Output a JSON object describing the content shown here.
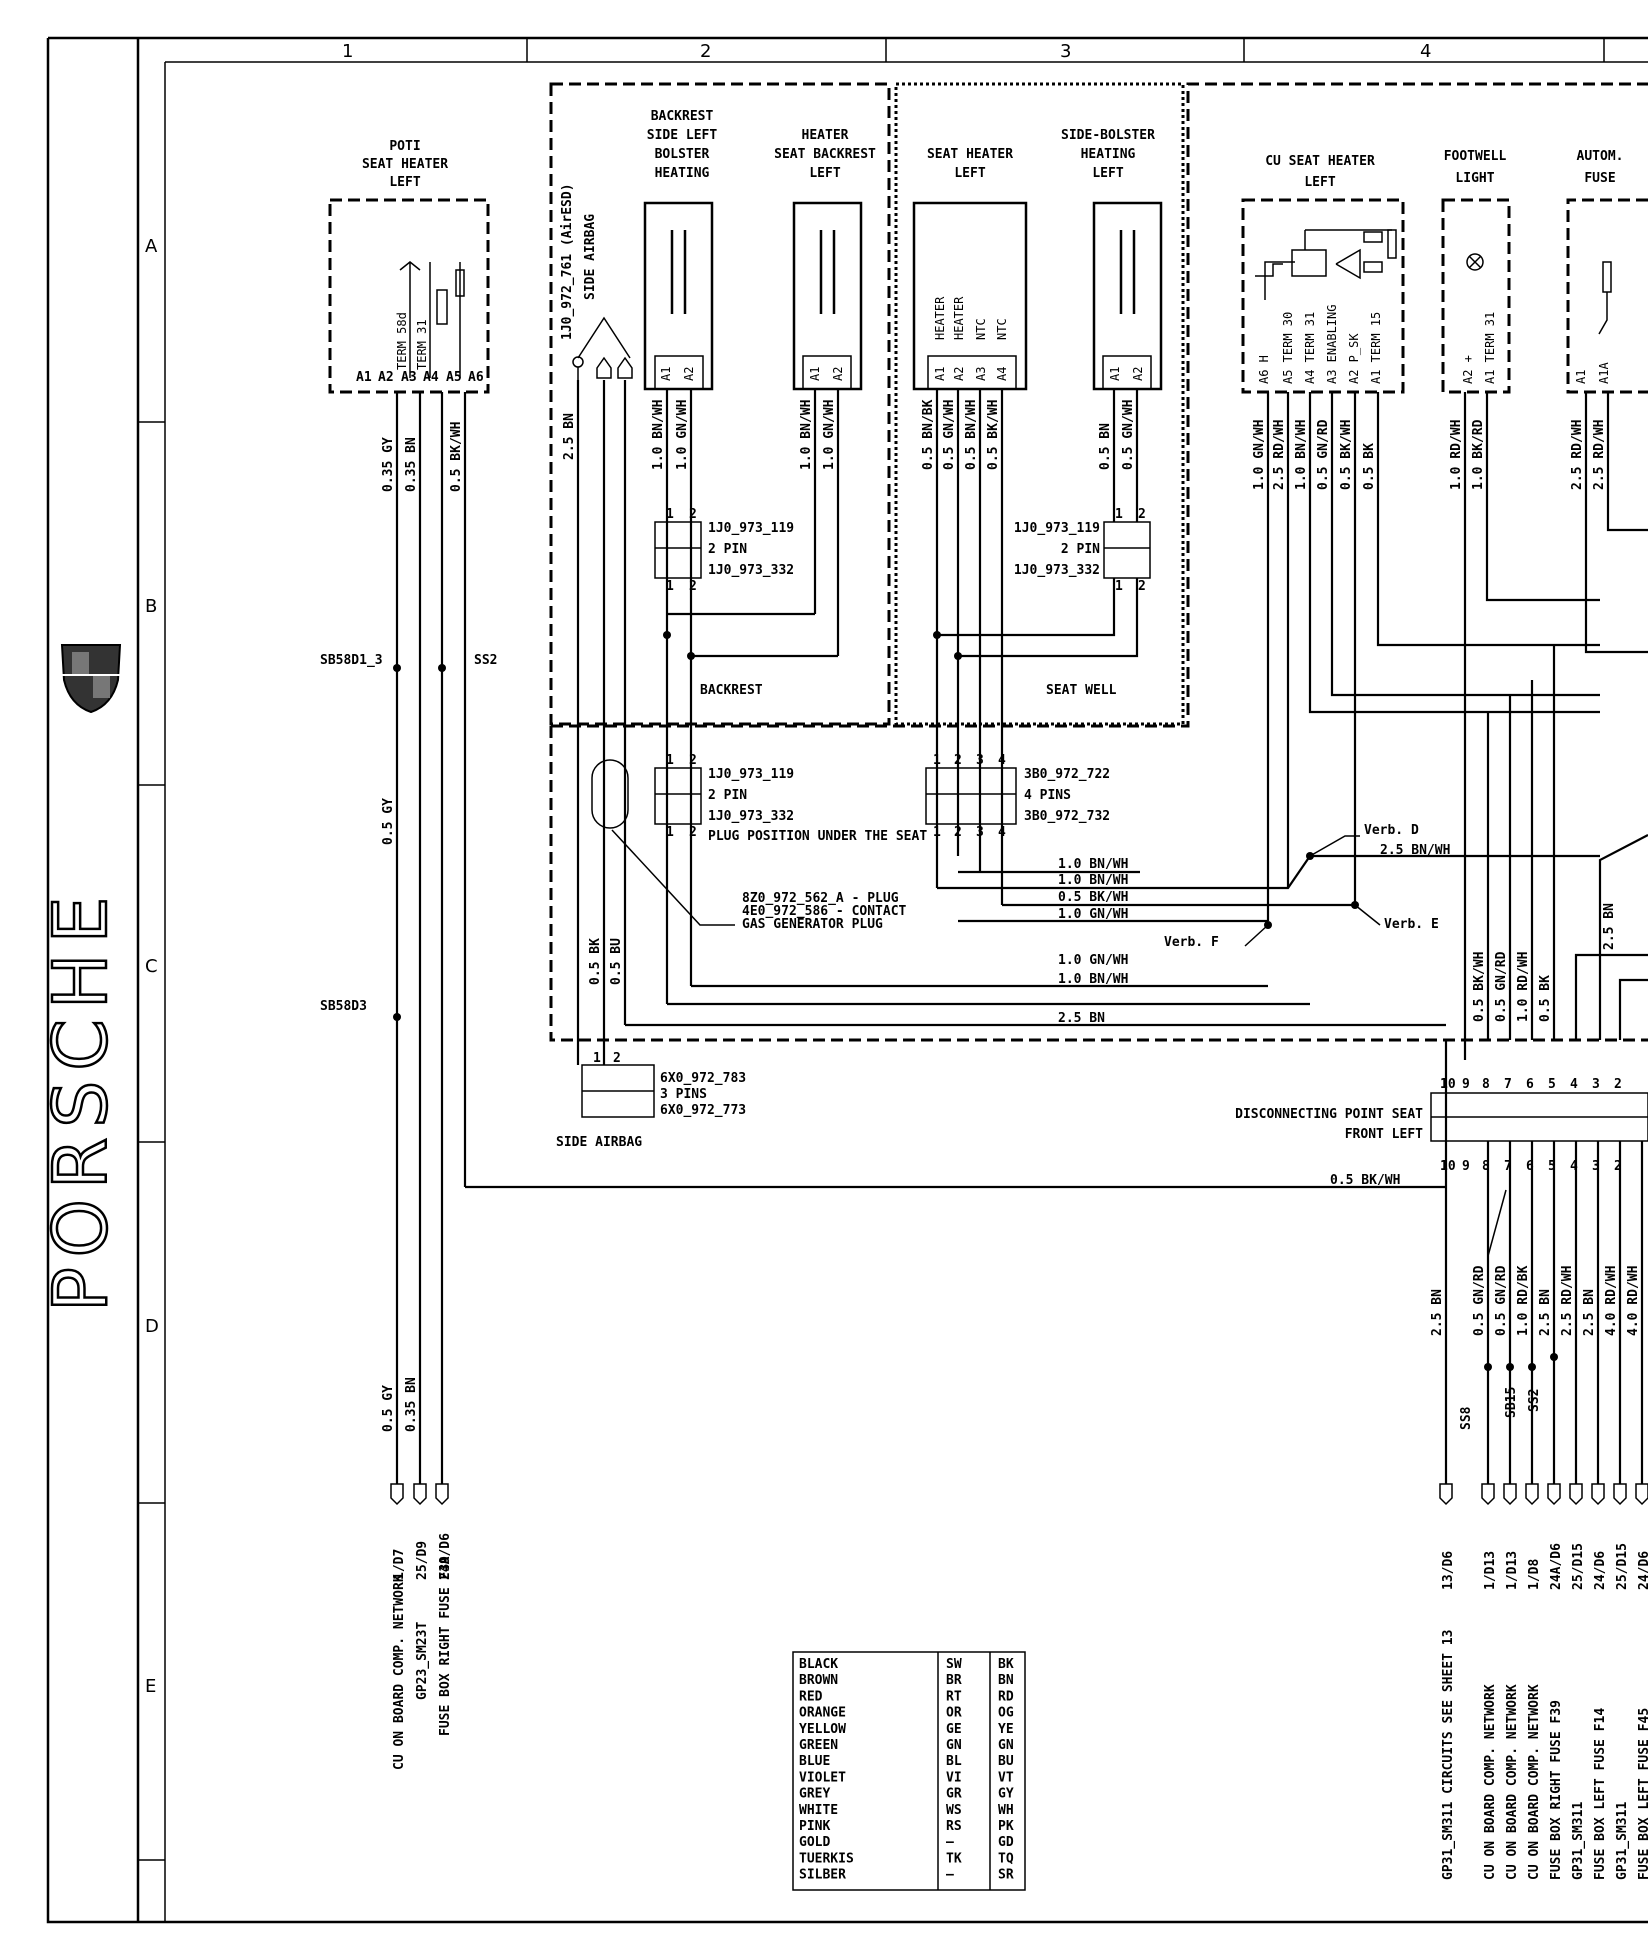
{
  "columns": [
    "1",
    "2",
    "3",
    "4"
  ],
  "rows": [
    "A",
    "B",
    "C",
    "D",
    "E"
  ],
  "brand": "PORSCHE",
  "components": {
    "poti": [
      "POTI",
      "SEAT HEATER",
      "LEFT"
    ],
    "poti_pins": [
      "A1",
      "A2",
      "A3",
      "A4",
      "A5",
      "A6"
    ],
    "poti_terms": [
      "TERM 58d",
      "TERM 31"
    ],
    "backrest_bolster": [
      "BACKREST",
      "SIDE LEFT",
      "BOLSTER",
      "HEATING"
    ],
    "heater_backrest": [
      "HEATER",
      "SEAT BACKREST",
      "LEFT"
    ],
    "seat_heater": [
      "SEAT HEATER",
      "LEFT"
    ],
    "side_bolster": [
      "SIDE-BOLSTER",
      "HEATING",
      "LEFT"
    ],
    "cu_seat_heater": [
      "CU SEAT HEATER",
      "LEFT"
    ],
    "footwell": [
      "FOOTWELL",
      "LIGHT"
    ],
    "autom_fuse": [
      "AUTOM.",
      "FUSE"
    ],
    "airbag_part": "1J0_972_761 (AirESD)",
    "airbag_label": "SIDE AIRBAG",
    "seat_heater_pins": [
      "HEATER",
      "HEATER",
      "NTC",
      "NTC"
    ],
    "seat_heater_pin_ids": [
      "A1",
      "A2",
      "A3",
      "A4"
    ],
    "cu_pins": [
      "A6 H",
      "A5 TERM 30",
      "A4 TERM 31",
      "A3 ENABLING",
      "A2 P_SK",
      "A1 TERM 15"
    ],
    "footwell_pins": [
      "A2 +",
      "A1 TERM 31"
    ],
    "autom_pins": [
      "A1",
      "A1A"
    ],
    "backrest_area": "BACKREST",
    "seatwell_area": "SEAT WELL"
  },
  "connectors": {
    "c1": [
      "1J0_973_119",
      "2 PIN",
      "1J0_973_332"
    ],
    "c2": [
      "1J0_973_119",
      "2 PIN",
      "1J0_973_332"
    ],
    "c3": [
      "1J0_973_119",
      "2 PIN",
      "1J0_973_332",
      "PLUG POSITION UNDER THE SEAT"
    ],
    "c4": [
      "3B0_972_722",
      "4 PINS",
      "3B0_972_732"
    ],
    "gas": [
      "8Z0_972_562_A - PLUG",
      "4E0_972_586 - CONTACT",
      "GAS GENERATOR PLUG"
    ],
    "airbag_conn": [
      "6X0_972_783",
      "3 PINS",
      "6X0_972_773",
      "SIDE AIRBAG"
    ],
    "disconnect": [
      "DISCONNECTING POINT SEAT",
      "FRONT LEFT"
    ],
    "disconnect_pins": [
      "10",
      "9",
      "8",
      "7",
      "6",
      "5",
      "4",
      "3",
      "2"
    ]
  },
  "wires": {
    "poti": [
      "0.35 GY",
      "0.35 BN",
      "0.5 BK/WH"
    ],
    "poti_lower": [
      "0.5 GY",
      "0.5 GY",
      "0.35 BN"
    ],
    "airbag_bn": "2.5 BN",
    "airbag_lower": [
      "0.5 BK",
      "0.5 BU"
    ],
    "backrest": [
      "1.0 BN/WH",
      "1.0 GN/WH"
    ],
    "heater_backrest": [
      "1.0 BN/WH",
      "1.0 GN/WH"
    ],
    "seat_heater": [
      "0.5 BN/BK",
      "0.5 GN/WH",
      "0.5 BN/WH",
      "0.5 BK/WH"
    ],
    "side_bolster": [
      "0.5 BN",
      "0.5 GN/WH"
    ],
    "cu": [
      "1.0 GN/WH",
      "2.5 RD/WH",
      "1.0 BN/WH",
      "0.5 GN/RD",
      "0.5 BK/WH",
      "0.5 BK"
    ],
    "footwell": [
      "1.0 RD/WH",
      "1.0 BK/RD"
    ],
    "autom": [
      "2.5 RD/WH",
      "2.5 RD/WH"
    ],
    "horizontal": [
      "1.0 BN/WH",
      "1.0 BN/WH",
      "0.5 BK/WH",
      "1.0 GN/WH",
      "1.0 GN/WH",
      "1.0 BN/WH",
      "2.5 BN",
      "0.5 BK/WH",
      "2.5 BN/WH"
    ],
    "verbs": [
      "Verb. D",
      "Verb. E",
      "Verb. F"
    ],
    "mid_right": [
      "0.5 BK/WH",
      "0.5 GN/RD",
      "1.0 RD/WH",
      "0.5 BK",
      "2.5 BN"
    ],
    "lower_right": [
      "2.5 BN",
      "0.5 GN/RD",
      "0.5 GN/RD",
      "1.0 RD/BK",
      "2.5 BN",
      "2.5 RD/WH",
      "2.5 BN",
      "4.0 RD/WH",
      "4.0 RD/WH"
    ],
    "splices": [
      "SB58D1_3",
      "SS2",
      "SB58D3",
      "SS8",
      "SB15",
      "SS2"
    ]
  },
  "refs": {
    "left": [
      {
        "text": "CU ON BOARD COMP. NETWORK",
        "ref": "1/D7"
      },
      {
        "text": "GP23_SM23T",
        "ref": "25/D9"
      },
      {
        "text": "FUSE BOX RIGHT FUSE F39",
        "ref": "24A/D6"
      }
    ],
    "right": [
      {
        "text": "GP31_SM311 CIRCUITS SEE SHEET 13",
        "ref": "13/D6"
      },
      {
        "text": "CU ON BOARD COMP. NETWORK",
        "ref": "1/D13"
      },
      {
        "text": "CU ON BOARD COMP. NETWORK",
        "ref": "1/D13"
      },
      {
        "text": "CU ON BOARD COMP. NETWORK",
        "ref": "1/D8"
      },
      {
        "text": "FUSE BOX RIGHT FUSE F39",
        "ref": "24A/D6"
      },
      {
        "text": "GP31_SM311",
        "ref": "25/D15"
      },
      {
        "text": "FUSE BOX LEFT FUSE F14",
        "ref": "24/D6"
      },
      {
        "text": "GP31_SM311",
        "ref": "25/D15"
      },
      {
        "text": "FUSE BOX LEFT FUSE F45",
        "ref": "24/D6"
      }
    ]
  },
  "legend": [
    [
      "BLACK",
      "SW",
      "BK"
    ],
    [
      "BROWN",
      "BR",
      "BN"
    ],
    [
      "RED",
      "RT",
      "RD"
    ],
    [
      "ORANGE",
      "OR",
      "OG"
    ],
    [
      "YELLOW",
      "GE",
      "YE"
    ],
    [
      "GREEN",
      "GN",
      "GN"
    ],
    [
      "BLUE",
      "BL",
      "BU"
    ],
    [
      "VIOLET",
      "VI",
      "VT"
    ],
    [
      "GREY",
      "GR",
      "GY"
    ],
    [
      "WHITE",
      "WS",
      "WH"
    ],
    [
      "PINK",
      "RS",
      "PK"
    ],
    [
      "GOLD",
      "—",
      "GD"
    ],
    [
      "TUERKIS",
      "TK",
      "TQ"
    ],
    [
      "SILBER",
      "—",
      "SR"
    ]
  ]
}
